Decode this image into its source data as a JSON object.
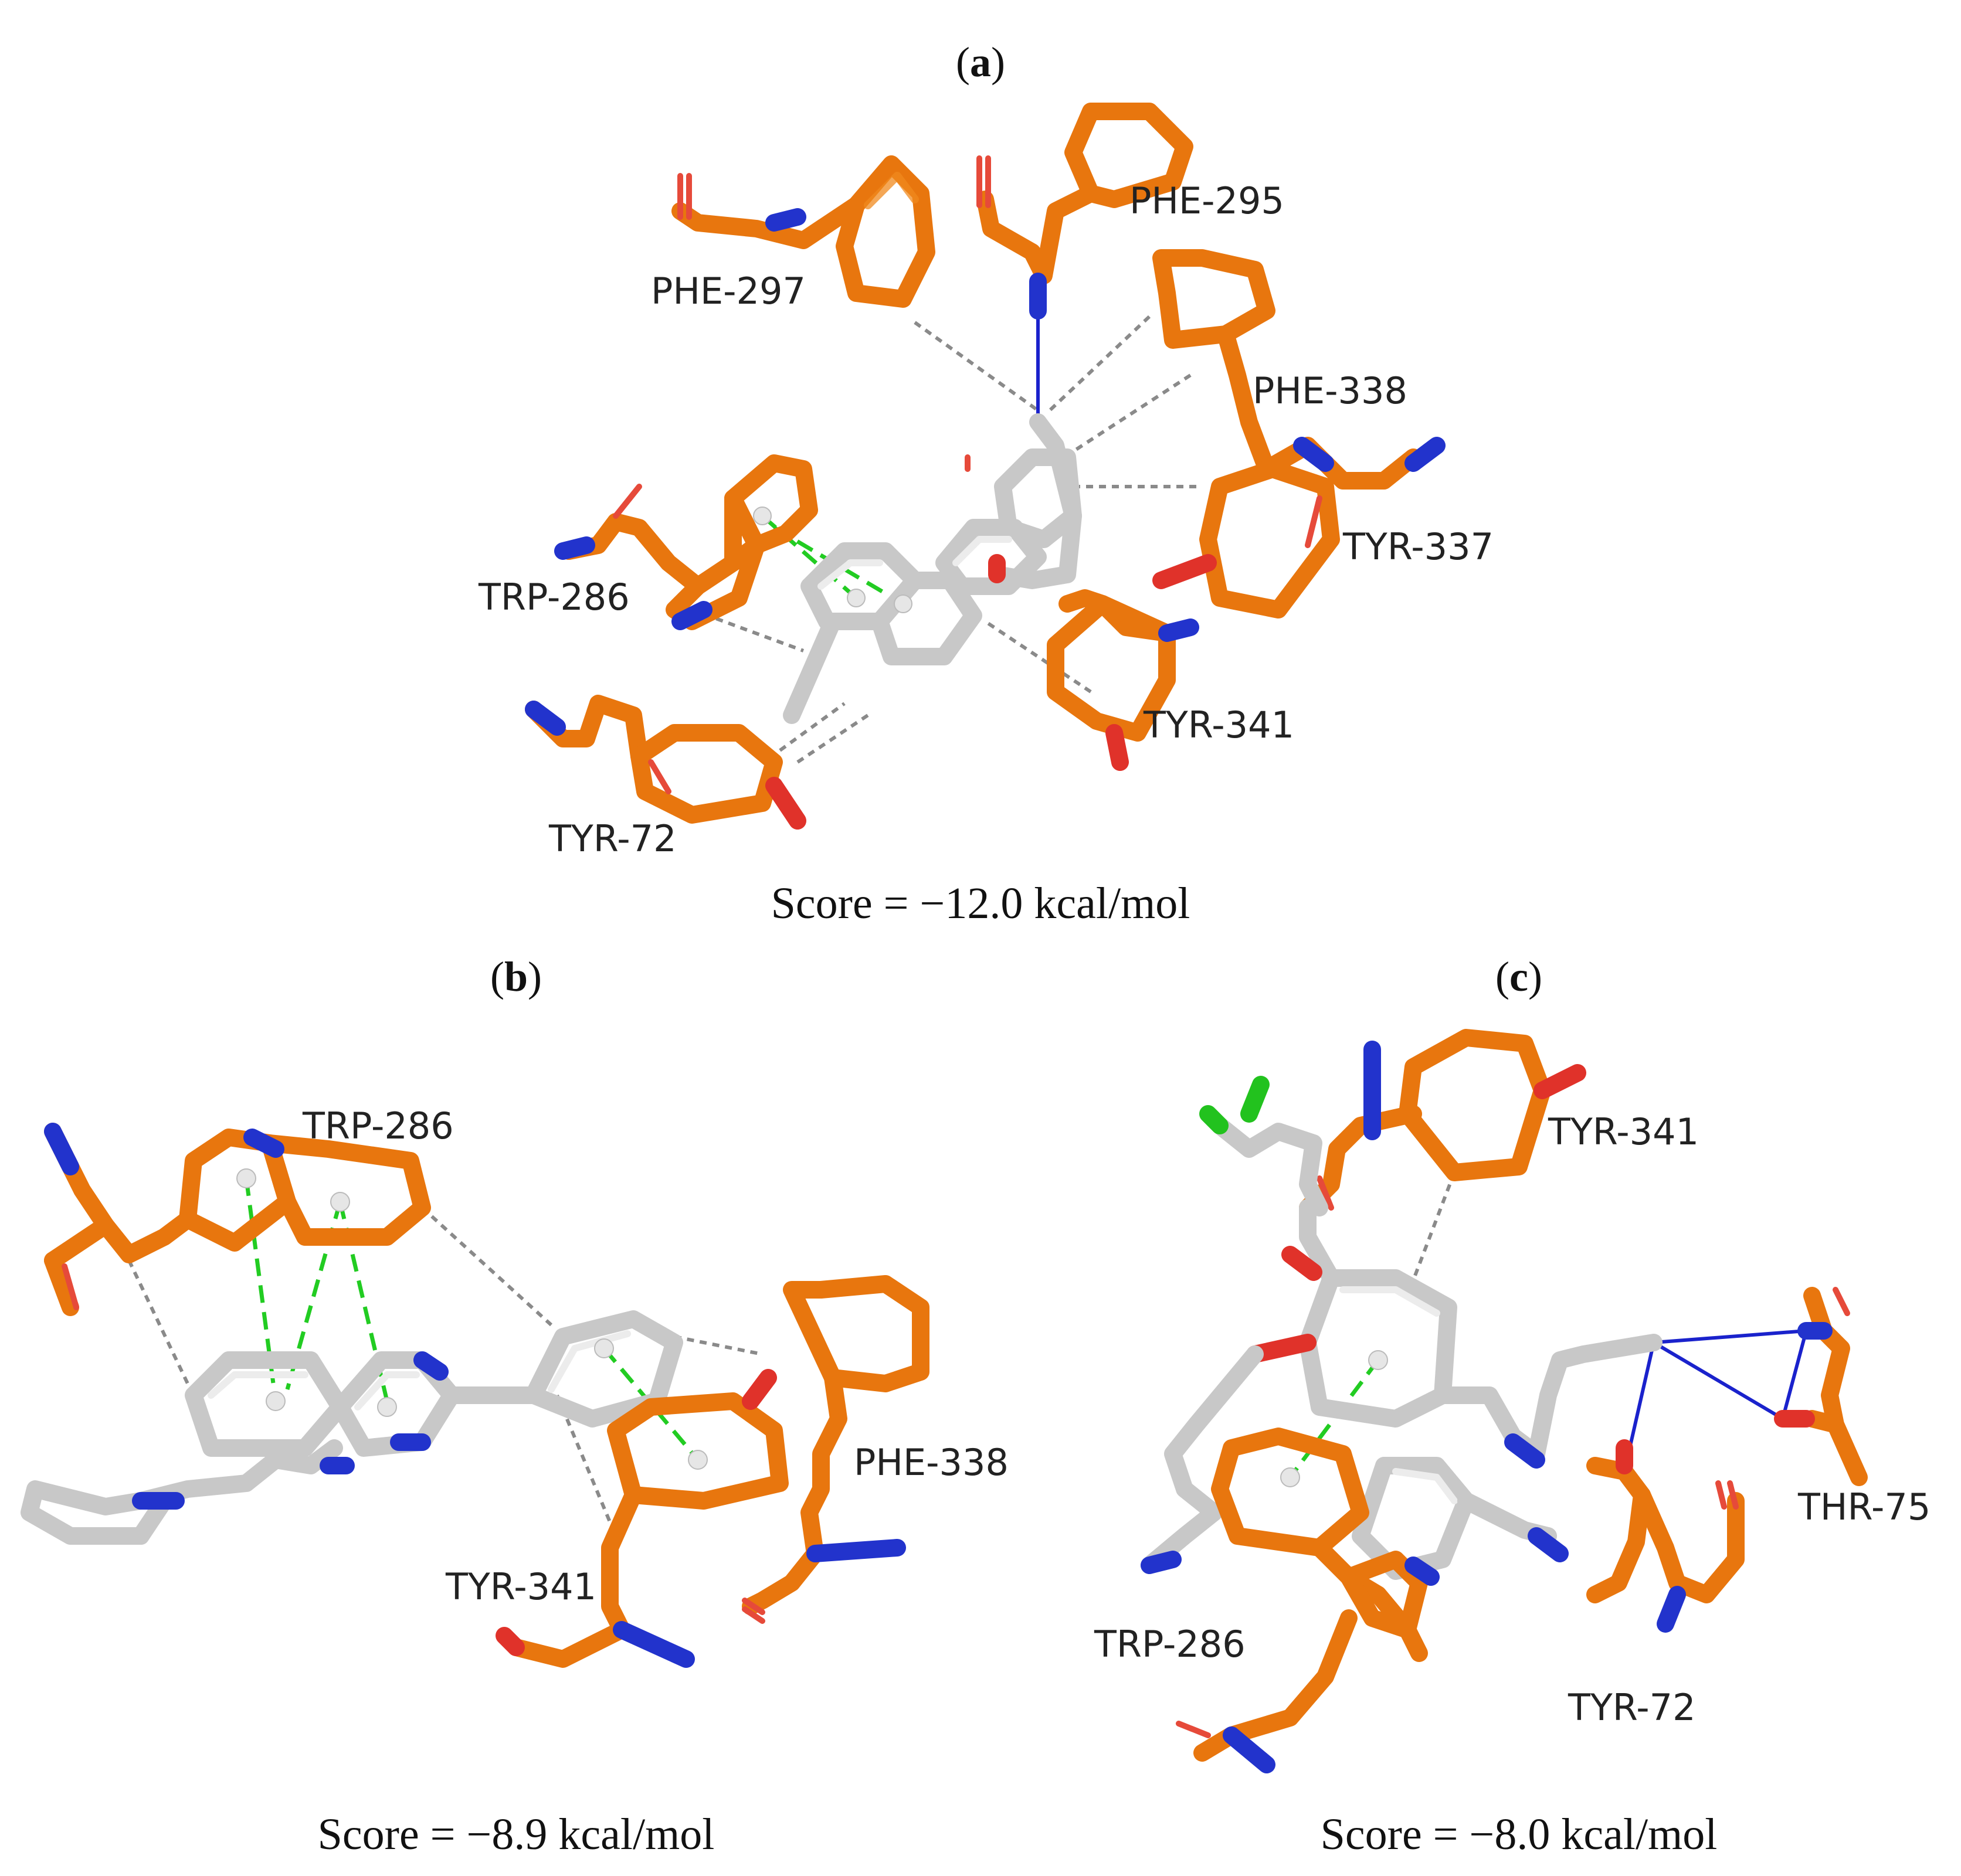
{
  "panels": [
    {
      "letter": "a",
      "score_text": "Score = −12.0 kcal/mol",
      "residues": [
        "PHE-297",
        "PHE-295",
        "PHE-338",
        "TYR-337",
        "TRP-286",
        "TYR-341",
        "TYR-72"
      ]
    },
    {
      "letter": "b",
      "score_text": "Score = −8.9 kcal/mol",
      "residues": [
        "TRP-286",
        "PHE-338",
        "TYR-341"
      ]
    },
    {
      "letter": "c",
      "score_text": "Score = −8.0 kcal/mol",
      "residues": [
        "TYR-341",
        "THR-75",
        "TRP-286",
        "TYR-72"
      ]
    }
  ],
  "colors": {
    "residue_carbon": "#e8760e",
    "ligand_carbon": "#c8c8c8",
    "nitrogen": "#2233cc",
    "oxygen": "#e0322a",
    "chlorine": "#22c21e",
    "pi_pi_interaction": "#22cc22",
    "hydrogen_bond": "#1a22cc",
    "hydrophobic_contact": "#8a8a8a"
  }
}
